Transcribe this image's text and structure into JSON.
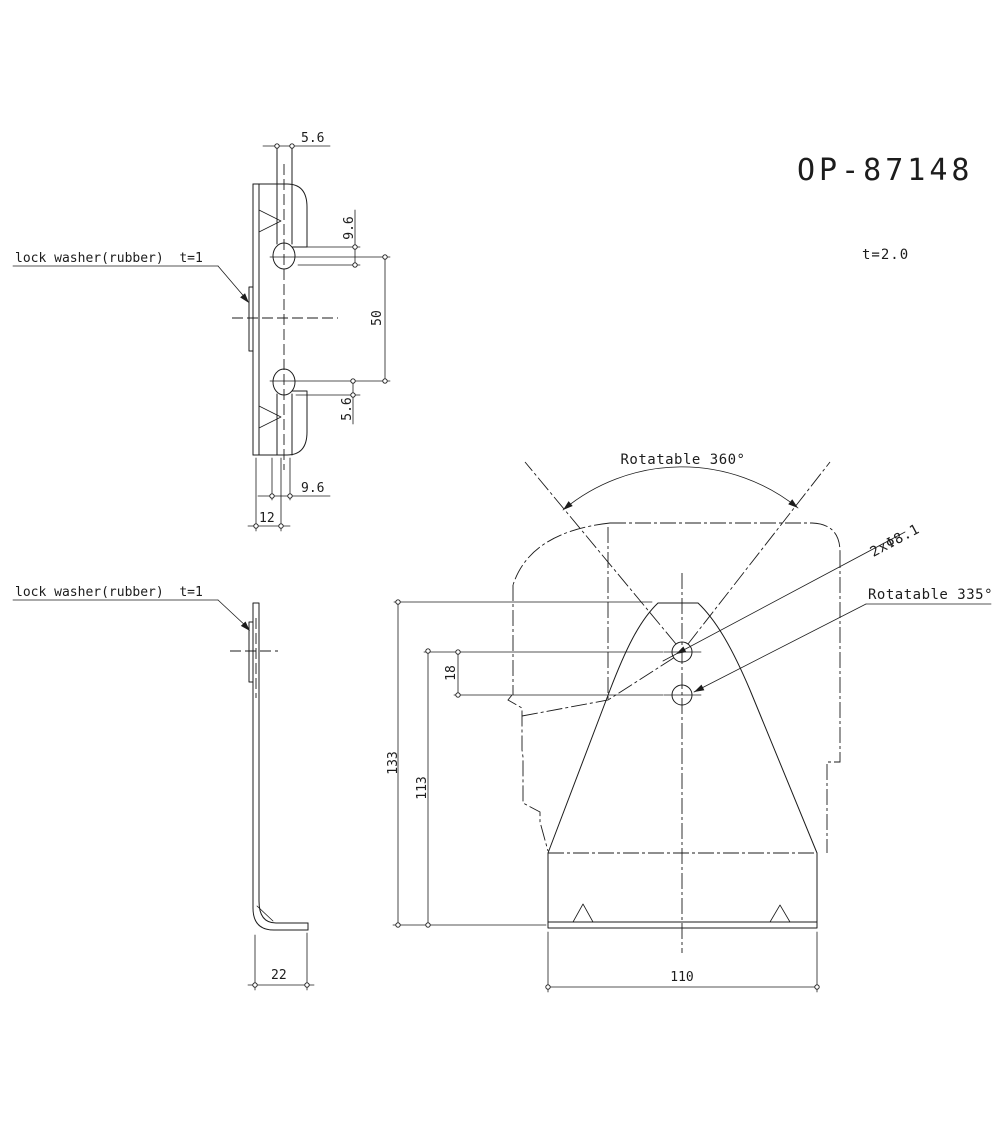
{
  "title": "OP-87148",
  "notes": {
    "thickness": "t=2.0"
  },
  "side_view_top": {
    "label": "lock washer(rubber)  t=1",
    "dim_slot_width_top": "5.6",
    "dim_hook_depth_top": "9.6",
    "dim_slot_spacing": "50",
    "dim_slot_width_bottom": "5.6",
    "dim_hook_depth_bottom": "9.6",
    "dim_plate_width": "12"
  },
  "side_view_bottom": {
    "label": "lock washer(rubber)  t=1",
    "dim_foot_depth": "22"
  },
  "front_view": {
    "note_rotatable_top": "Rotatable 360°",
    "note_holes": "2xΦ8.1",
    "note_rotatable_side": "Rotatable 335°",
    "dim_total_height": "133",
    "dim_hole_height": "113",
    "dim_hole_spacing": "18",
    "dim_base_width": "110"
  }
}
